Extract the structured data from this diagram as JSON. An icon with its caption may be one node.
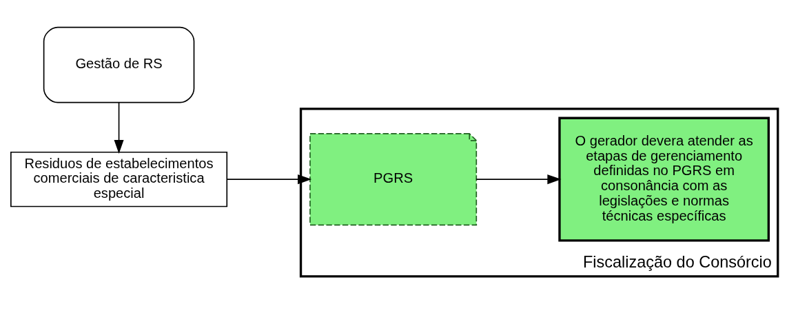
{
  "diagram": {
    "nodes": [
      {
        "text": [
          "Gestão de RS"
        ]
      },
      {
        "text": [
          "Residuos de estabelecimentos comerciais de caracteristica especial"
        ]
      },
      {
        "text": [
          "Fiscalização do Consórcio"
        ]
      },
      {
        "text": [
          "PGRS"
        ],
        "in": 2
      },
      {
        "text": [
          "O gerador devera atender as etapas de gerenciamento definidas no PGRS em consonância com as  legislações e normas técnicas específicas"
        ],
        "in": 2
      }
    ],
    "edges": [
      {
        "from": 0,
        "to": 1,
        "arrow": "to"
      },
      {
        "from": 1,
        "to": 3,
        "arrow": "to"
      },
      {
        "from": 3,
        "to": 4,
        "arrow": "to"
      }
    ]
  }
}
